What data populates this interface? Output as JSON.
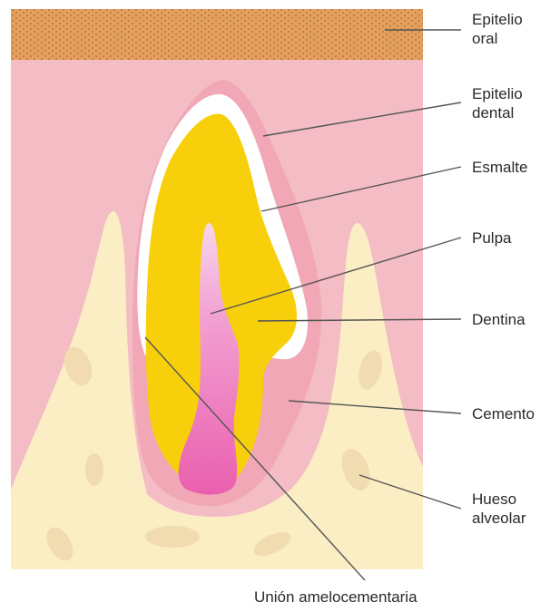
{
  "labels": {
    "epitelio_oral": [
      "Epitelio",
      "oral"
    ],
    "epitelio_dental": [
      "Epitelio",
      "dental"
    ],
    "esmalte": "Esmalte",
    "pulpa": "Pulpa",
    "dentina": "Dentina",
    "cemento": "Cemento",
    "hueso_alveolar": [
      "Hueso",
      "alveolar"
    ],
    "union_amelocementaria": "Unión amelocementaria"
  },
  "colors": {
    "oral_epithelium": "#d9934f",
    "gingiva": "#f4bcc4",
    "bone": "#fbeec4",
    "enamel": "#f7cf0a",
    "dental_epithelium": "#ffffff",
    "pulp": "#ef6fb6",
    "leader_line": "#555555"
  }
}
